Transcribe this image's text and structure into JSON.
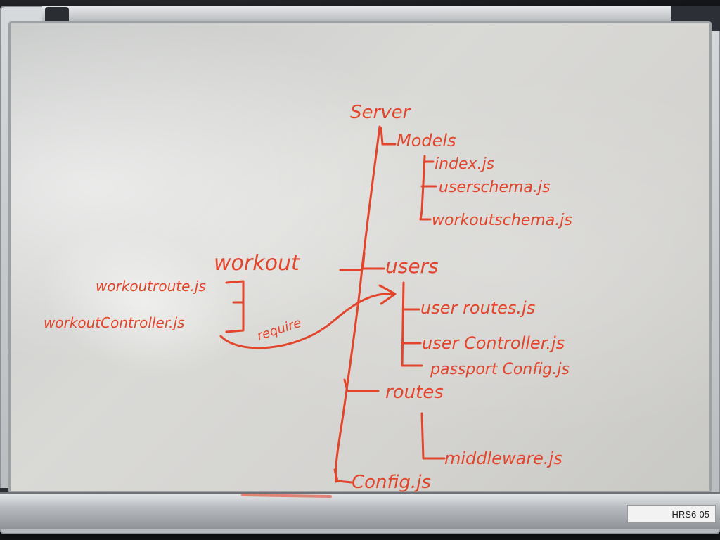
{
  "board": {
    "tree": {
      "root": "Server",
      "models": "Models",
      "index": "index.js",
      "userschema": "userschema.js",
      "workoutschema": "workoutschema.js",
      "users": "users",
      "userroutes": "user routes.js",
      "usercontroller": "user Controller.js",
      "passport": "passport Config.js",
      "routes": "routes",
      "middleware": "middleware.js",
      "config": "Config.js"
    },
    "side": {
      "workout": "workout",
      "workoutroute": "workoutroute.js",
      "workoutcontroller": "workoutController.js",
      "require": "require"
    }
  },
  "label_tag": "HRS6-05",
  "ink_color": "#e2452b"
}
